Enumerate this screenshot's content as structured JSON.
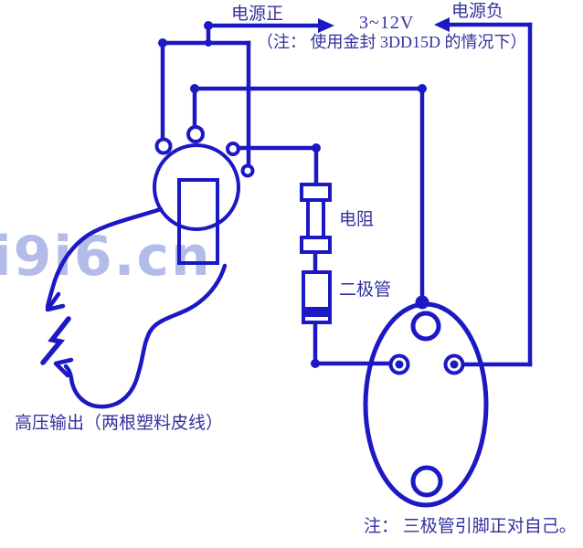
{
  "title": "ignition-coil-driver-schematic",
  "colors": {
    "wire": "#1c18c3",
    "label_text": "#32329e",
    "watermark": "#b3bce9",
    "background": "#ffffff"
  },
  "watermark": {
    "text": "i9i6.cn"
  },
  "power": {
    "positive_label": "电源正",
    "negative_label": "电源负",
    "voltage": "3~12V",
    "usage_note": "（注： 使用金封 3DD15D 的情况下）"
  },
  "component_labels": {
    "resistor": "电阻",
    "diode": "二极管",
    "hv_output": "高压输出（两根塑料皮线）"
  },
  "footnote": "注： 三极管引脚正对自己。",
  "icons": {
    "spark": "lightning-bolt",
    "arrow_right": "solid-right-arrowhead",
    "arrow_left": "solid-left-arrowhead",
    "hand_arrows": "freehand-arrowheads"
  }
}
